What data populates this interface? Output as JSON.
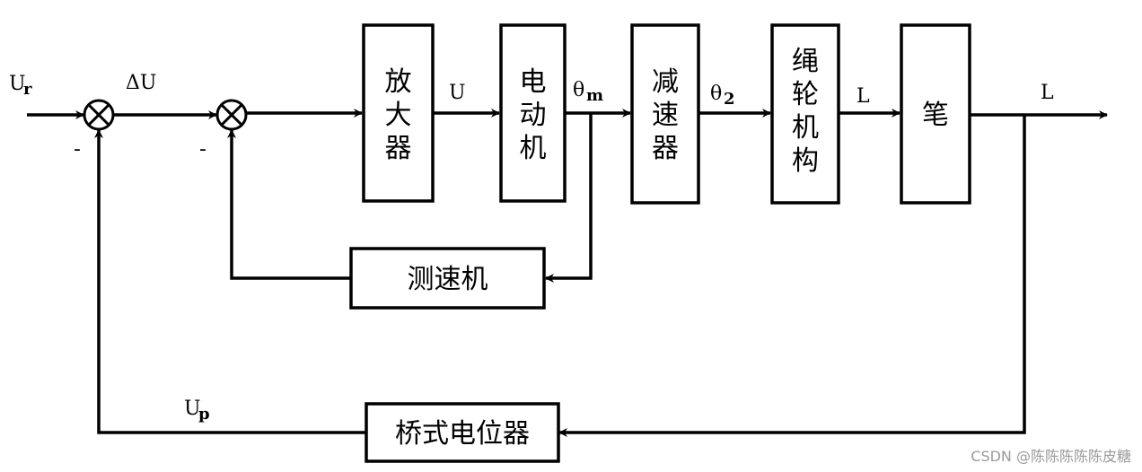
{
  "blocks": {
    "amplifier": [
      "放",
      "大",
      "器"
    ],
    "motor": [
      "电",
      "动",
      "机"
    ],
    "reducer": [
      "减",
      "速",
      "器"
    ],
    "rope": [
      "绳",
      "轮",
      "机",
      "构"
    ],
    "pen": "笔",
    "tacho": "测速机",
    "bridge": "桥式电位器"
  },
  "signals": {
    "ur_main": "U",
    "ur_sub": "r",
    "delta_u": "ΔU",
    "u": "U",
    "theta_m_main": "θ",
    "theta_m_sub": "m",
    "theta_2_main": "θ",
    "theta_2_sub": "2",
    "l_mid": "L",
    "l_out": "L",
    "up_main": "U",
    "up_sub": "p",
    "minus_1": "-",
    "minus_2": "-"
  },
  "watermark": "CSDN @陈陈陈陈陈皮糖"
}
